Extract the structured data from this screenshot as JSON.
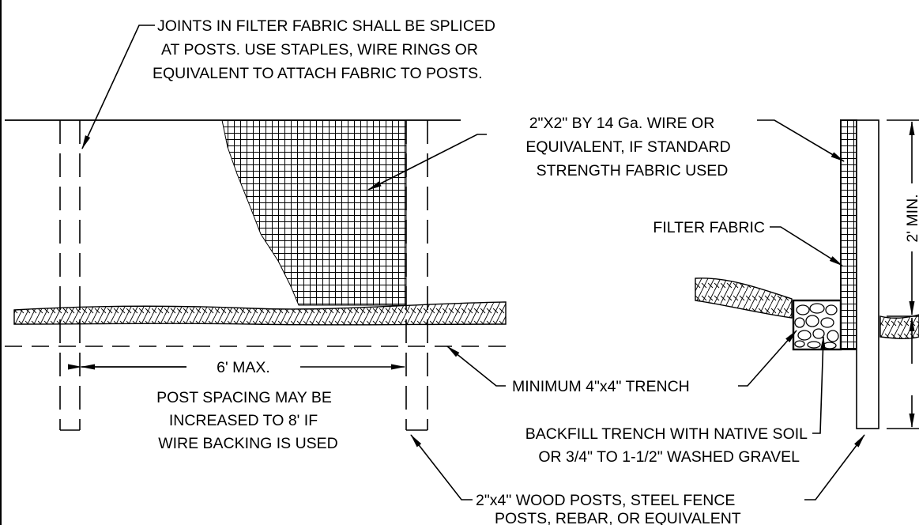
{
  "notes": {
    "joints": [
      "JOINTS IN FILTER FABRIC SHALL BE SPLICED",
      "AT POSTS.  USE STAPLES, WIRE RINGS OR",
      "EQUIVALENT TO ATTACH FABRIC TO POSTS."
    ],
    "wire": [
      "2\"X2\" BY 14 Ga. WIRE OR",
      "EQUIVALENT, IF STANDARD",
      "STRENGTH FABRIC USED"
    ],
    "filter_fabric": "FILTER FABRIC",
    "spacing": "6' MAX.",
    "post_spacing": [
      "POST SPACING MAY BE",
      "INCREASED TO 8' IF",
      "WIRE BACKING IS USED"
    ],
    "trench": "MINIMUM 4\"x4\" TRENCH",
    "backfill": [
      "BACKFILL TRENCH WITH NATIVE SOIL",
      "OR 3/4\" TO 1-1/2\" WASHED GRAVEL"
    ],
    "posts": [
      "2\"x4\" WOOD POSTS, STEEL FENCE",
      "POSTS, REBAR, OR EQUIVALENT"
    ],
    "height": "2' MIN."
  },
  "colors": {
    "ink": "#000000",
    "paper": "#ffffff"
  }
}
